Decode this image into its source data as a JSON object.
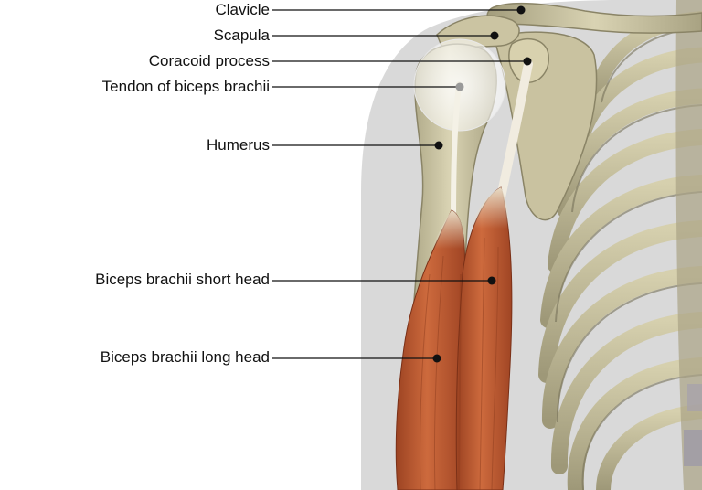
{
  "diagram": {
    "labels": [
      {
        "id": "clavicle",
        "text": "Clavicle"
      },
      {
        "id": "scapula",
        "text": "Scapula"
      },
      {
        "id": "coracoid",
        "text": "Coracoid process"
      },
      {
        "id": "tendon",
        "text": "Tendon of biceps brachii"
      },
      {
        "id": "humerus",
        "text": "Humerus"
      },
      {
        "id": "short_head",
        "text": "Biceps brachii short head"
      },
      {
        "id": "long_head",
        "text": "Biceps brachii long head"
      }
    ]
  },
  "colors": {
    "body_silhouette": "#d9d9d9",
    "bone": "#cfc8a6",
    "bone_shadow": "#8a8466",
    "muscle": "#c0582f",
    "muscle_dark": "#8e3a1c",
    "tendon": "#f2efe4",
    "leader_line": "#111111"
  }
}
